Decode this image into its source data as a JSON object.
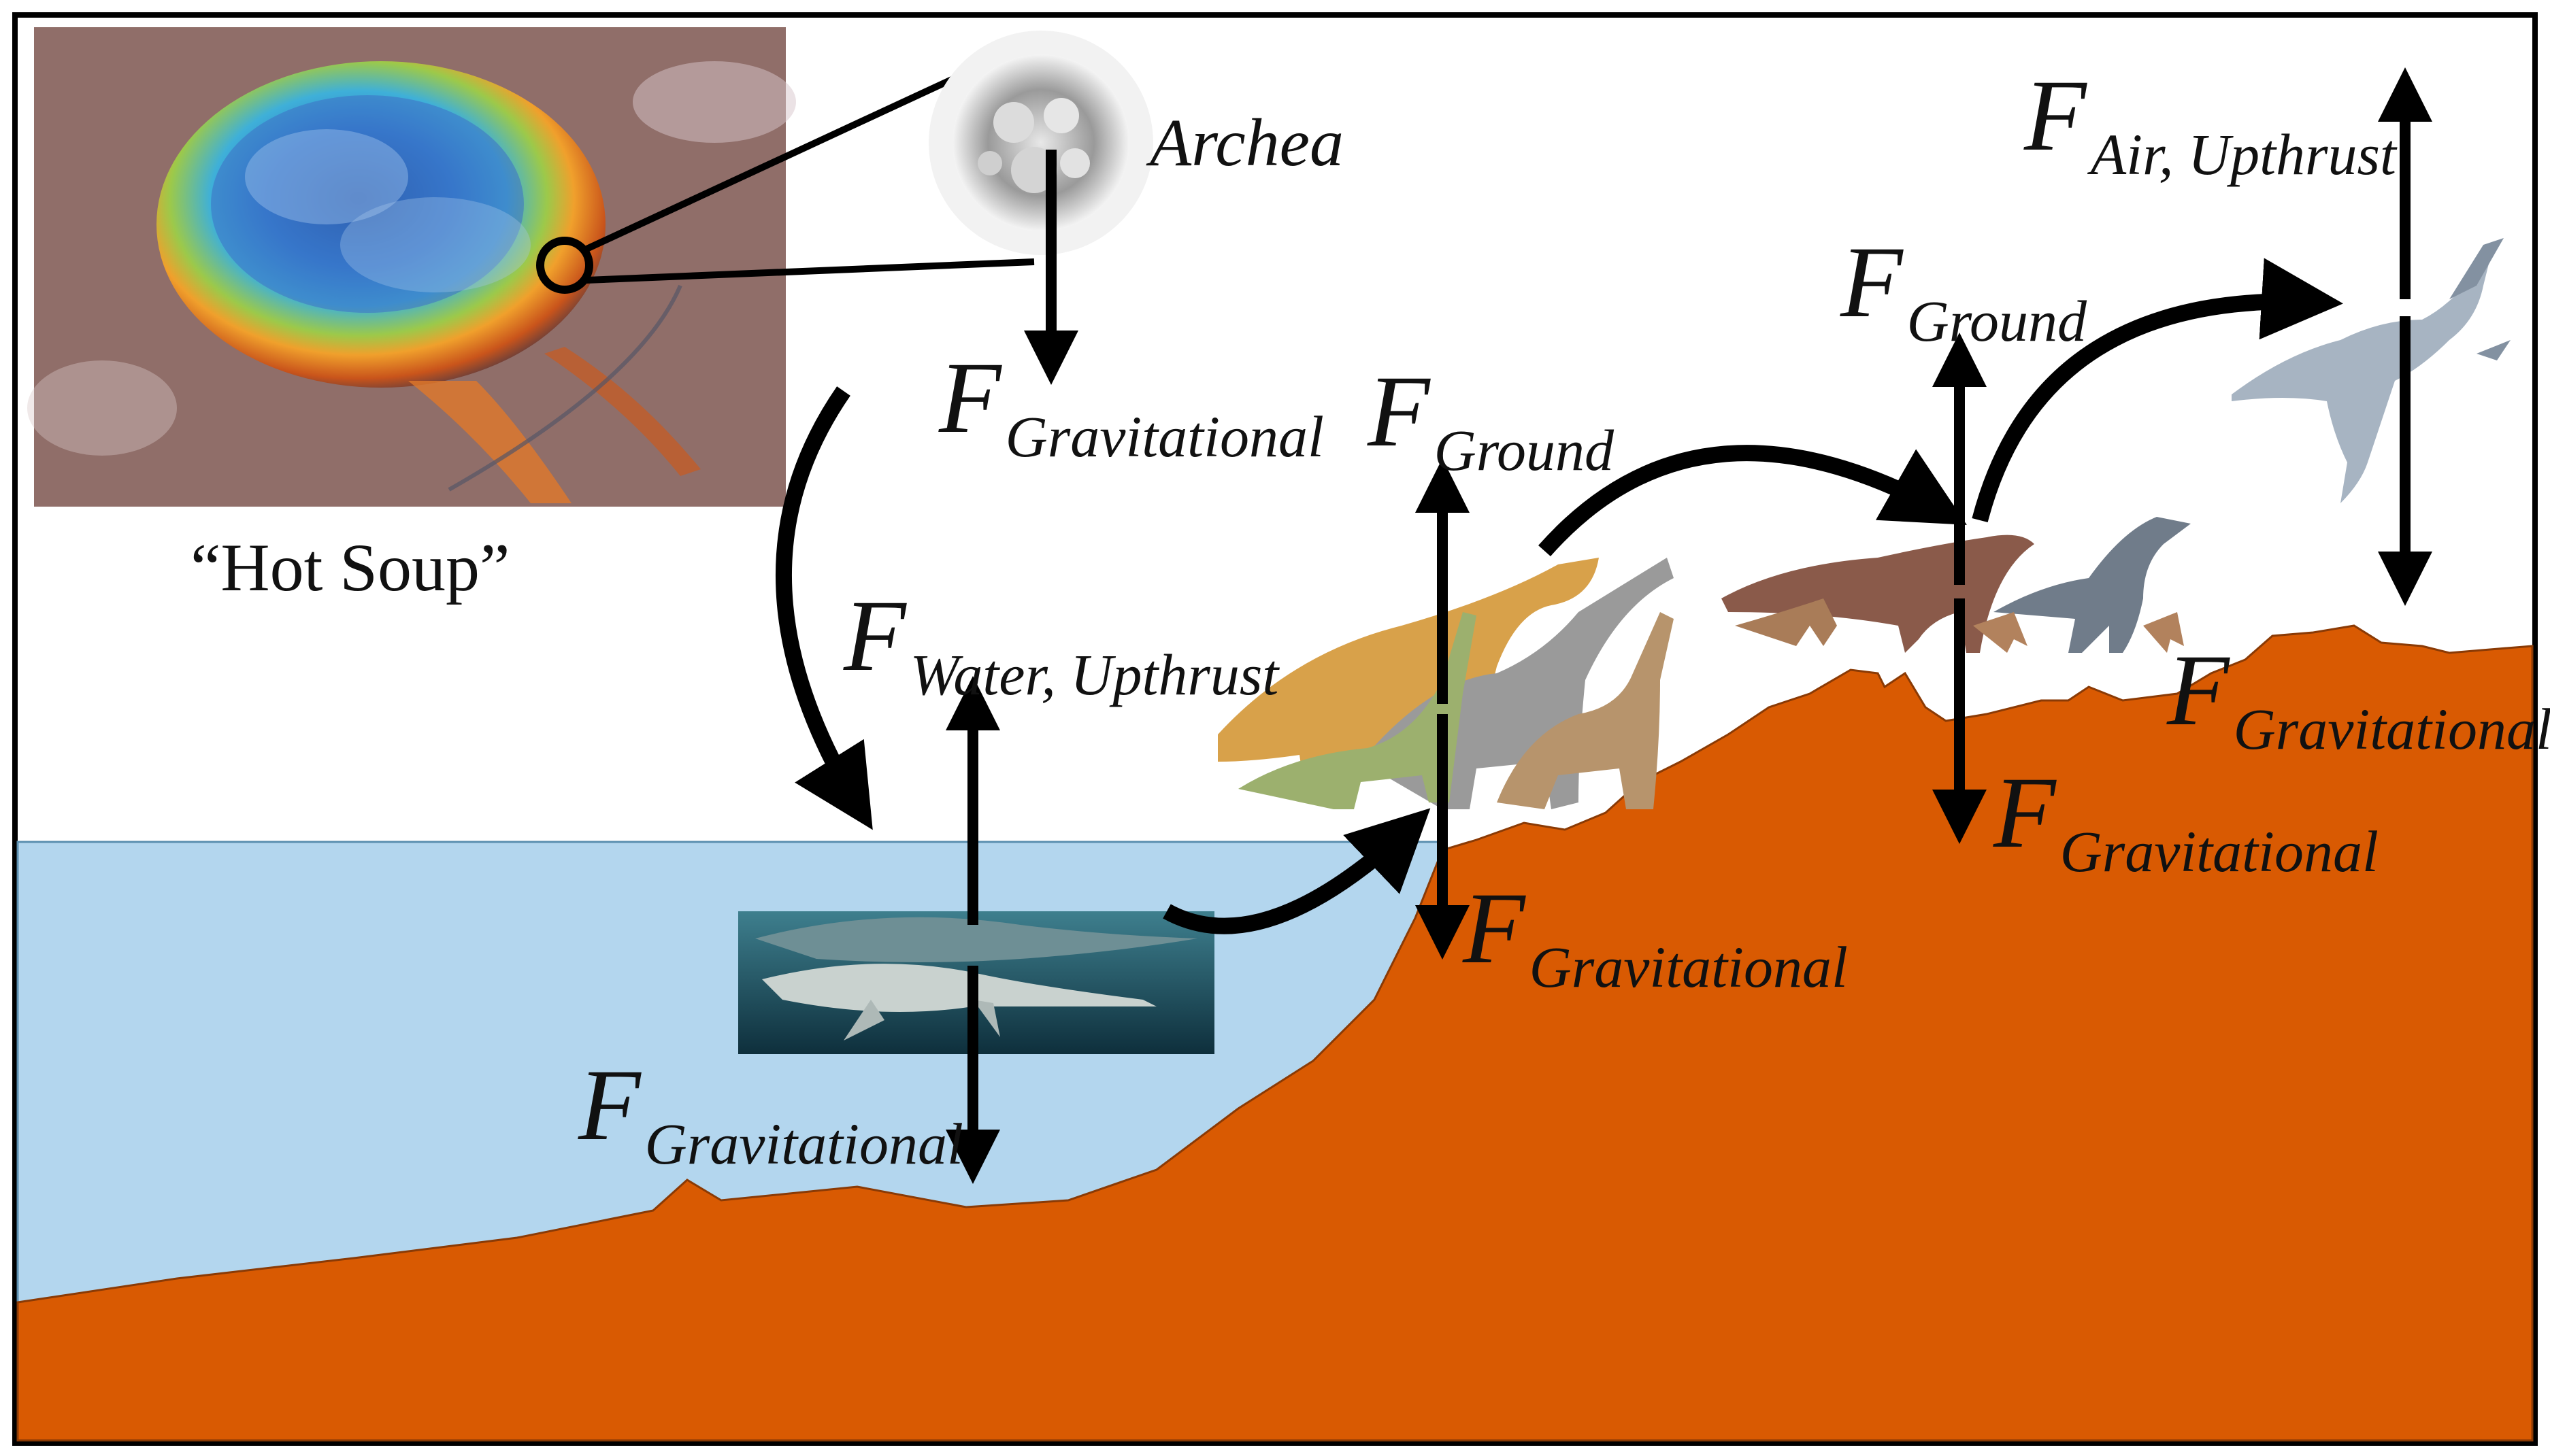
{
  "labels": {
    "hot_soup": "“Hot Soup”",
    "archea": "Archea",
    "f": "F",
    "gravitational": "Gravitational",
    "water_upthrust": "Water, Upthrust",
    "ground": "Ground",
    "air_upthrust": "Air, Upthrust"
  },
  "colors": {
    "land": "#D95A02",
    "water": "#B3D6EE",
    "arrow": "#000000",
    "border": "#000000"
  },
  "icons": {
    "hot_spring_photo": "hot-spring-photo",
    "archea_cell": "archea-cell-image",
    "marine_reptiles": "plesiosaur-image",
    "sauropods": "sauropod-dinosaurs-image",
    "theropods": "feathered-theropods-image",
    "flying_bird": "bird-image"
  }
}
